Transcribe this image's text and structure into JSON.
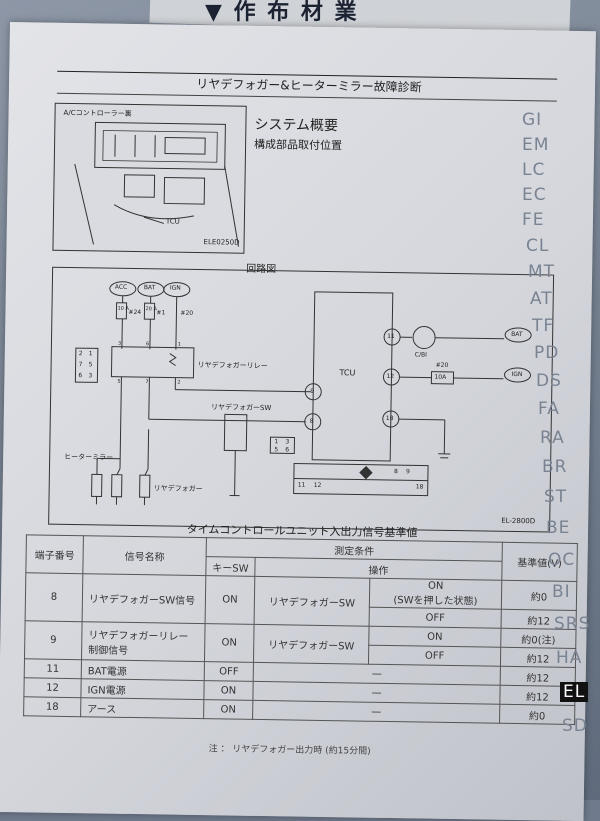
{
  "prev_title": "▼ 作 布 材 業",
  "header": {
    "title": "リヤデフォガー&ヒーターミラー故障診断"
  },
  "overview": {
    "controller_label": "A/Cコントローラー裏",
    "tcu_label": "TCU",
    "code": "ELE0250D",
    "heading": "システム概要",
    "subheading": "構成部品取付位置"
  },
  "circuit": {
    "title": "回路図",
    "acc": "ACC",
    "bat": "BAT",
    "ign": "IGN",
    "fuse1": "10 A",
    "fuse2": "20 A",
    "f24": "#24",
    "f1": "#1",
    "f20": "#20",
    "relay_label": "リヤデフォガーリレー",
    "sw_label": "リヤデフォガーSW",
    "heater_mirror": "ヒーターミラー",
    "defogger": "リヤデフォガー",
    "tcu": "TCU",
    "c_bi": "C/BI",
    "bat_r": "BAT",
    "ign_r": "IGN",
    "f20_r": "#20",
    "fuse_r": "10A",
    "pin11": "11",
    "pin12": "12",
    "pin9": "9",
    "pin8": "8",
    "pin18": "18",
    "r3": "3",
    "r6": "6",
    "r1": "1",
    "r2": "2",
    "r5": "5",
    "r7": "7",
    "conn_a": [
      "2",
      "1",
      "7",
      "5",
      "6",
      "3"
    ],
    "conn_b": [
      "1",
      "3",
      "5",
      "6"
    ],
    "conn_c": [
      "8",
      "9",
      "11",
      "12",
      "18"
    ],
    "code": "EL-2800D"
  },
  "table": {
    "title": "タイムコントロールユニット入出力信号基準値",
    "h_terminal": "端子番号",
    "h_signal": "信号名称",
    "h_condition": "測定条件",
    "h_key": "キーSW",
    "h_op": "操作",
    "h_ref": "基準値(V)",
    "rows": [
      {
        "no": "8",
        "name": "リヤデフォガーSW信号",
        "key": "ON",
        "op": "リヤデフォガーSW",
        "s1": "ON\n(SWを押した状態)",
        "v1": "約0",
        "s2": "OFF",
        "v2": "約12"
      },
      {
        "no": "9",
        "name": "リヤデフォガーリレー\n制御信号",
        "key": "ON",
        "op": "リヤデフォガーSW",
        "s1": "ON",
        "v1": "約0(注)",
        "s2": "OFF",
        "v2": "約12"
      },
      {
        "no": "11",
        "name": "BAT電源",
        "key": "OFF",
        "op": "—",
        "v1": "約12"
      },
      {
        "no": "12",
        "name": "IGN電源",
        "key": "ON",
        "op": "—",
        "v1": "約12"
      },
      {
        "no": "18",
        "name": "アース",
        "key": "ON",
        "op": "—",
        "v1": "約0"
      }
    ],
    "note": "注 ： リヤデフォガー出力時 (約15分間)"
  },
  "side_index": [
    "GI",
    "EM",
    "LC",
    "EC",
    "FE",
    "CL",
    "MT",
    "AT",
    "TF",
    "PD",
    "DS",
    "FA",
    "RA",
    "BR",
    "ST",
    "BE",
    "OC",
    "BI",
    "SRS",
    "HA",
    "EL",
    "SD"
  ],
  "active_index": "EL"
}
